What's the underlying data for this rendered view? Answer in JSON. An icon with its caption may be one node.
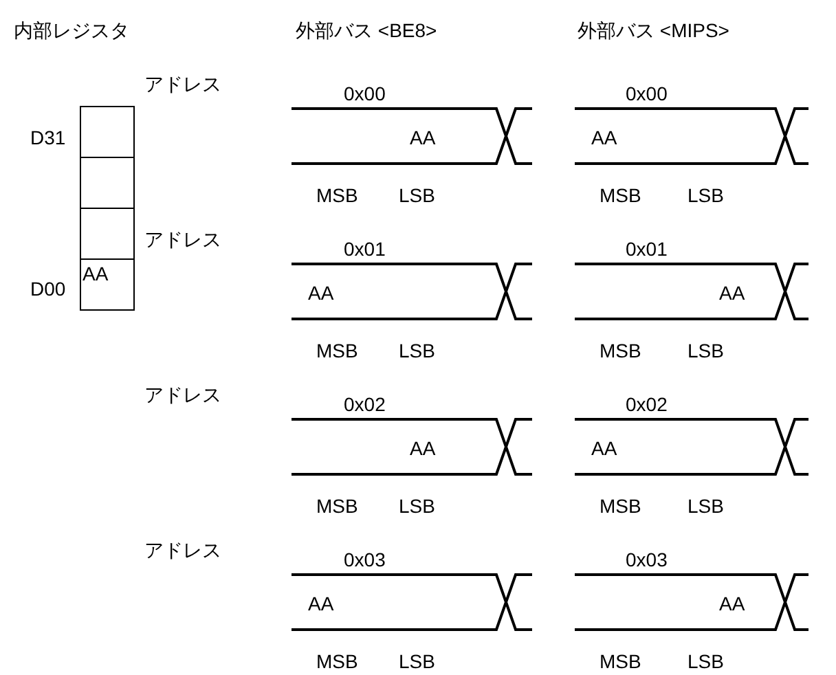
{
  "diagram": {
    "nodes": [
      {
        "text": [],
        "shape": "box"
      },
      {
        "text": [],
        "shape": "box"
      },
      {
        "text": [],
        "shape": "box"
      },
      {
        "text": [
          "AA"
        ]
      }
    ],
    "labels": [
      "内部レジスタ",
      "外部バス <BE8>",
      "外部バス <MIPS>",
      "アドレス",
      "0x00",
      "0x00",
      "AA",
      "AA",
      "MSB",
      "LSB",
      "MSB",
      "LSB",
      "アドレス",
      "0x01",
      "0x01",
      "AA",
      "AA",
      "MSB",
      "LSB",
      "MSB",
      "LSB",
      "アドレス",
      "0x02",
      "0x02",
      "AA",
      "AA",
      "MSB",
      "LSB",
      "MSB",
      "LSB",
      "アドレス",
      "0x03",
      "0x03",
      "AA",
      "AA",
      "MSB",
      "LSB",
      "MSB",
      "LSB",
      "D31",
      "D00"
    ]
  }
}
